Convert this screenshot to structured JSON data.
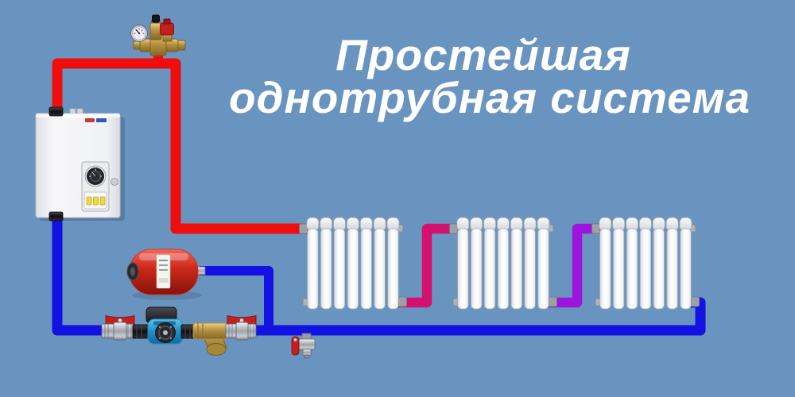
{
  "title": {
    "line1": "Простейшая",
    "line2": "однотрубная система"
  },
  "colors": {
    "background": "#6A94C0",
    "title_text": "#FFFFFF",
    "pipe_supply_hot": "#EE0E0E",
    "pipe_radiator1_to_radiator2": "#D4116E",
    "pipe_radiator2_to_radiator3": "#9B15DC",
    "pipe_return_cold": "#1212E2",
    "valve_handle_red": "#C3201C",
    "expansion_tank_red": "#CE2A1C",
    "pump_blue": "#1E90C8",
    "brass": "#B3913F",
    "radiator_white": "#F4F4F6",
    "boiler_white": "#F4F4F6"
  },
  "diagram": {
    "radiator_count": 3,
    "sections_per_radiator": 7,
    "components": [
      {
        "name": "electric-boiler-icon"
      },
      {
        "name": "safety-group-icon"
      },
      {
        "name": "pressure-gauge-icon"
      },
      {
        "name": "air-vent-icon"
      },
      {
        "name": "safety-valve-icon"
      },
      {
        "name": "expansion-tank-icon"
      },
      {
        "name": "ball-valve-icon"
      },
      {
        "name": "circulation-pump-icon"
      },
      {
        "name": "y-strainer-icon"
      },
      {
        "name": "ball-valve-icon"
      },
      {
        "name": "drain-valve-icon"
      },
      {
        "name": "radiator-icon"
      },
      {
        "name": "radiator-icon"
      },
      {
        "name": "radiator-icon"
      }
    ]
  }
}
